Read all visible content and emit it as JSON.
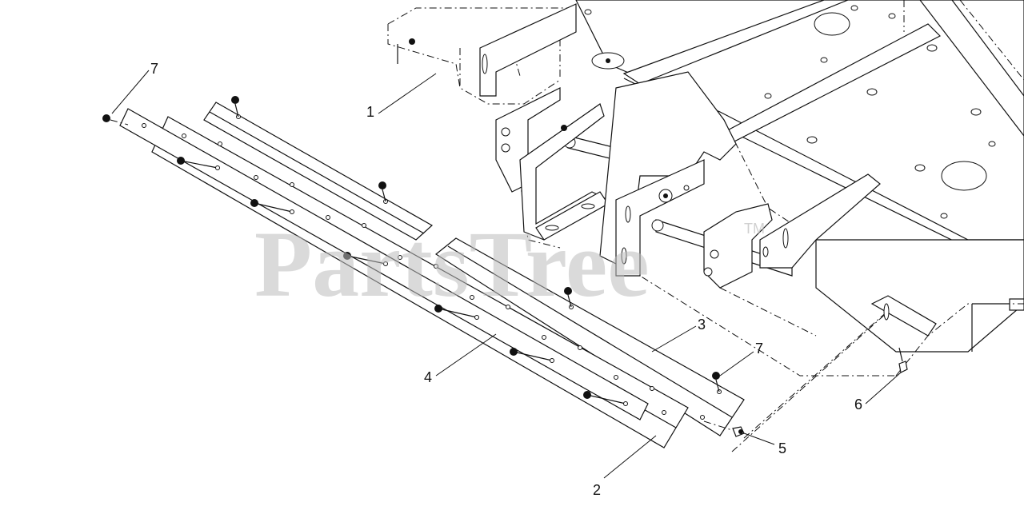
{
  "watermark": {
    "text": "PartsTree",
    "trademark": "TM"
  },
  "callouts": {
    "c1": "1",
    "c2": "2",
    "c3": "3",
    "c4": "4",
    "c5": "5",
    "c6": "6",
    "c7a": "7",
    "c7b": "7"
  }
}
